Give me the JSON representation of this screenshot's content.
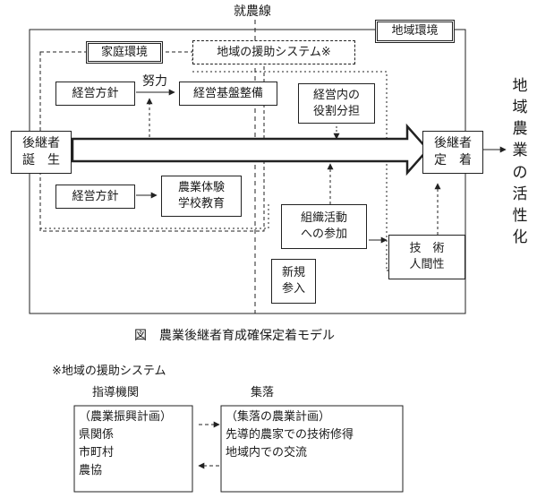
{
  "diagram": {
    "top_label": "就農線",
    "regional_env": "地域環境",
    "family_env": "家庭環境",
    "regional_support": "地域の援助システム※",
    "policy_upper": "経営方針",
    "effort": "努力",
    "infrastructure": "経営基盤整備",
    "role_sharing_1": "経営内の",
    "role_sharing_2": "役割分担",
    "birth_1": "後継者",
    "birth_2": "誕　生",
    "settle_1": "後継者",
    "settle_2": "定　着",
    "policy_lower": "経営方針",
    "experience_1": "農業体験",
    "experience_2": "学校教育",
    "org_1": "組織活動",
    "org_2": "への参加",
    "tech_1": "技　術",
    "tech_2": "人間性",
    "new_entry_1": "新規",
    "new_entry_2": "参入",
    "result_chars": [
      "地",
      "域",
      "農",
      "業",
      "の",
      "活",
      "性",
      "化"
    ],
    "caption": "図　農業後継者育成確保定着モデル"
  },
  "legend": {
    "title": "※地域の援助システム",
    "left_header": "指導機関",
    "right_header": "集落",
    "left_items": [
      "（農業振興計画）",
      "県関係",
      "市町村",
      "農協"
    ],
    "right_items": [
      "（集落の農業計画）",
      "先導的農家での技術修得",
      "地域内での交流"
    ]
  }
}
